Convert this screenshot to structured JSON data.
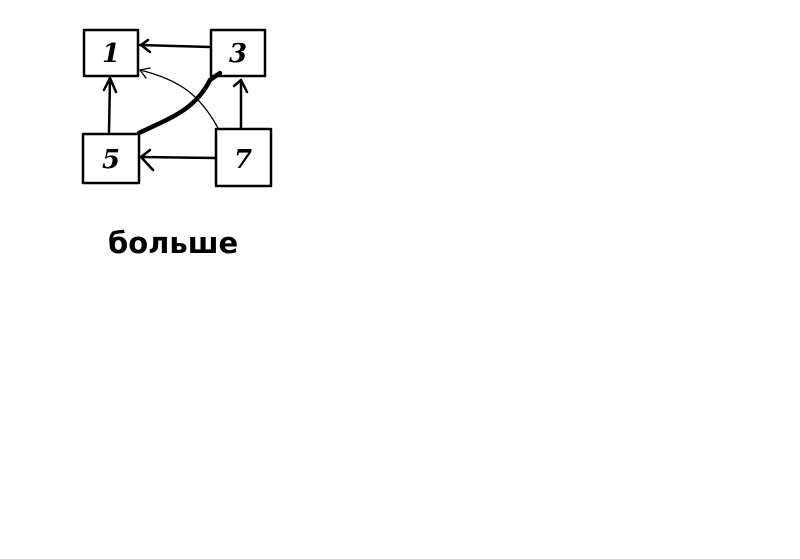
{
  "diagram": {
    "nodes": [
      {
        "id": "1",
        "label": "1"
      },
      {
        "id": "3",
        "label": "3"
      },
      {
        "id": "5",
        "label": "5"
      },
      {
        "id": "7",
        "label": "7"
      }
    ],
    "edges": [
      {
        "from": "3",
        "to": "1",
        "style": "arrow"
      },
      {
        "from": "5",
        "to": "1",
        "style": "arrow"
      },
      {
        "from": "7",
        "to": "3",
        "style": "arrow"
      },
      {
        "from": "7",
        "to": "5",
        "style": "arrow"
      },
      {
        "from": "7",
        "to": "1",
        "style": "thin-curved-arrow"
      },
      {
        "from": "5",
        "to": "3",
        "style": "thick-curve"
      }
    ],
    "caption": "больше"
  }
}
